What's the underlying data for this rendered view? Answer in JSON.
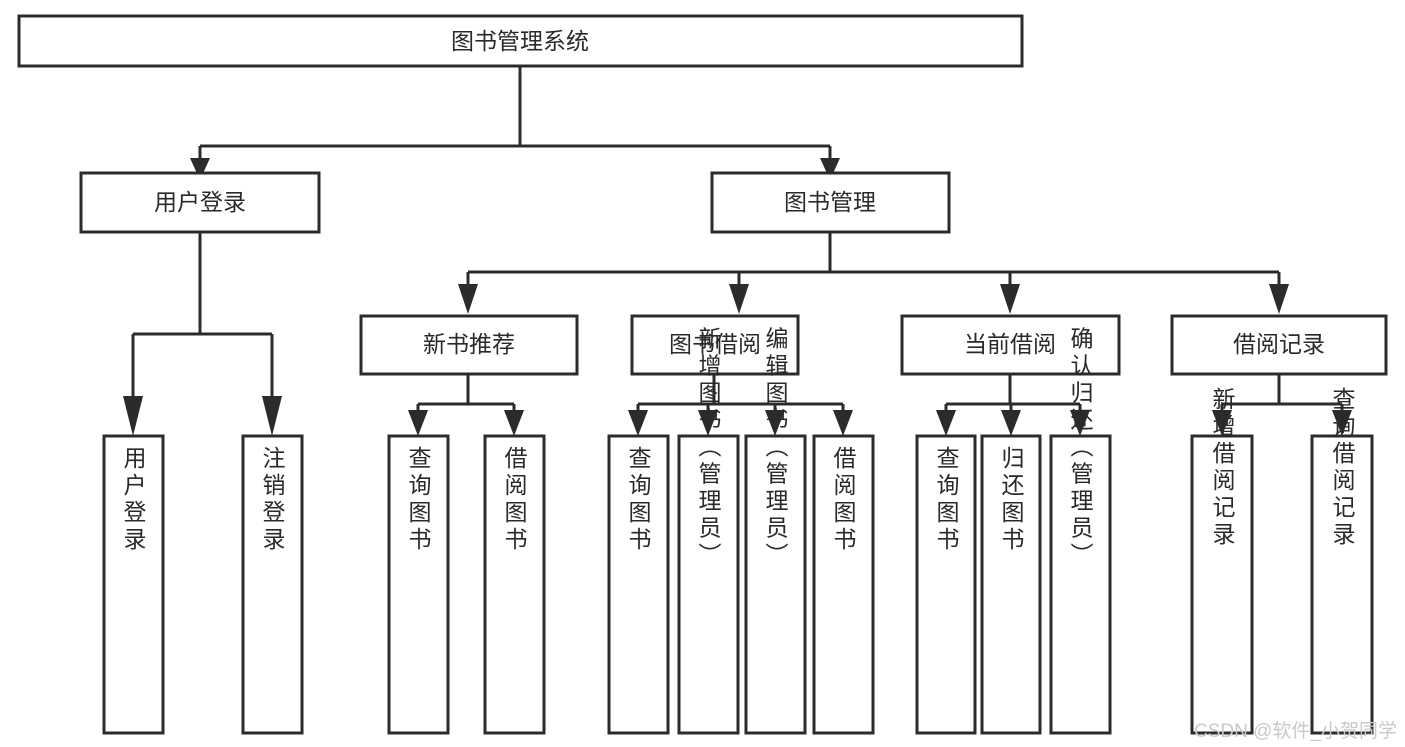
{
  "diagram": {
    "title": "图书管理系统",
    "type": "tree",
    "colors": {
      "background": "#ffffff",
      "box_fill": "#ffffff",
      "box_stroke": "#2b2b2b",
      "text": "#2a2a2a",
      "watermark": "#c9c9c9"
    },
    "root": {
      "label": "图书管理系统"
    },
    "level2": [
      {
        "label": "用户登录"
      },
      {
        "label": "图书管理"
      }
    ],
    "level3": [
      {
        "label": "新书推荐"
      },
      {
        "label": "图书借阅"
      },
      {
        "label": "当前借阅"
      },
      {
        "label": "借阅记录"
      }
    ],
    "leaves": {
      "user_login": [
        {
          "label": "用户登录"
        },
        {
          "label": "注销登录"
        }
      ],
      "new_book_recommend": [
        {
          "label": "查询图书"
        },
        {
          "label": "借阅图书"
        }
      ],
      "book_borrow": [
        {
          "label": "查询图书"
        },
        {
          "label": "新增图书（管理员）"
        },
        {
          "label": "编辑图书（管理员）"
        },
        {
          "label": "借阅图书"
        }
      ],
      "current_borrow": [
        {
          "label": "查询图书"
        },
        {
          "label": "归还图书"
        },
        {
          "label": "确认归还（管理员）"
        }
      ],
      "borrow_record": [
        {
          "label": "新增借阅记录"
        },
        {
          "label": "查询借阅记录"
        }
      ]
    }
  },
  "watermark": {
    "text": "CSDN @软件_小贺同学"
  }
}
